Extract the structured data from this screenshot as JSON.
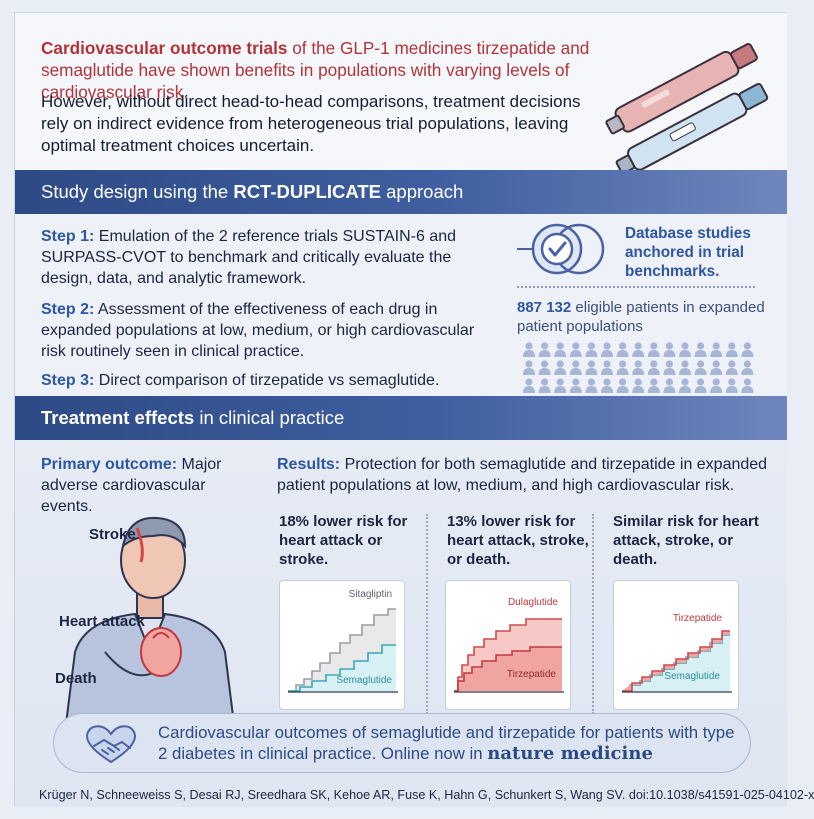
{
  "intro": {
    "highlight_bold": "Cardiovascular outcome trials",
    "highlight_rest": " of the GLP-1 medicines tirzepatide and semaglutide have shown benefits in populations with varying levels of cardiovascular risk.",
    "body": "However, without direct head-to-head comparisons, treatment decisions rely on indirect evidence from heterogeneous trial populations, leaving optimal treatment choices uncertain."
  },
  "design": {
    "heading_pre": "Study design using the ",
    "heading_bold": "RCT-DUPLICATE",
    "heading_post": " approach",
    "steps": [
      {
        "label": "Step 1:",
        "text": " Emulation of the 2 reference trials SUSTAIN-6 and SURPASS-CVOT to benchmark and critically evaluate the design, data, and analytic framework."
      },
      {
        "label": "Step 2:",
        "text": " Assessment of the effectiveness of each drug in expanded populations at low, medium, or high cardiovascular risk routinely seen in clinical practice."
      },
      {
        "label": "Step 3:",
        "text": " Direct comparison of tirzepatide vs semaglutide."
      }
    ],
    "database_text": "Database studies anchored in trial benchmarks.",
    "patients_count": "887 132",
    "patients_text": " eligible patients in expanded patient populations"
  },
  "effects": {
    "heading_bold": "Treatment effects",
    "heading_rest": " in clinical practice",
    "primary_label": "Primary outcome:",
    "primary_text": " Major adverse cardiovascular events.",
    "results_label": "Results:",
    "results_text": " Protection for both semaglutide and tirzepatide in expanded patient populations at low, medium, and high cardiovascular risk.",
    "body_labels": [
      "Stroke",
      "Heart attack",
      "Death"
    ],
    "columns": [
      {
        "text": "18% lower risk for heart attack or stroke.",
        "top_series": "Sitagliptin",
        "bottom_series": "Semaglutide"
      },
      {
        "text": "13% lower risk for heart attack, stroke, or death.",
        "top_series": "Dulaglutide",
        "bottom_series": "Tirzepatide"
      },
      {
        "text": "Similar risk for heart attack, stroke, or death.",
        "top_series": "Tirzepatide",
        "bottom_series": "Semaglutide"
      }
    ]
  },
  "banner": {
    "text": "Cardiovascular outcomes of semaglutide and tirzepatide for patients with type 2 diabetes in clinical practice. Online now in ",
    "journal": "nature medicine"
  },
  "citation": "Krüger N, Schneeweiss S, Desai RJ, Sreedhara SK, Kehoe AR, Fuse K, Hahn G, Schunkert S, Wang SV. doi:10.1038/s41591-025-04102-x",
  "colors": {
    "accent_blue": "#2d56a3",
    "accent_red": "#b23339",
    "band_blue": "#2e4a86",
    "series_gray": "#8a8f99",
    "series_teal": "#3aa6b8",
    "series_red": "#d0484c"
  }
}
